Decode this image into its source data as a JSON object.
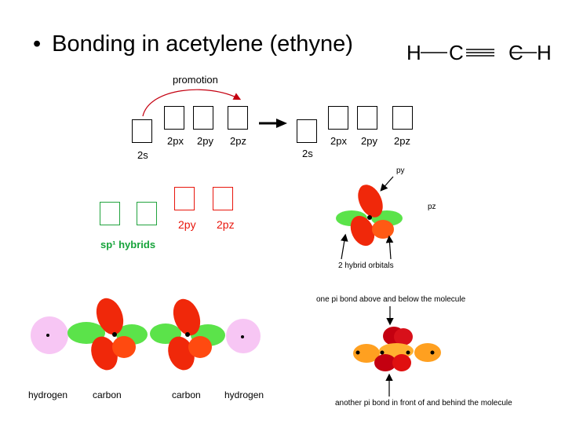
{
  "slide": {
    "bullet": "•",
    "title": "Bonding in acetylene (ethyne)"
  },
  "formula": {
    "h_left": "H",
    "c_left": "C",
    "c_right": "C",
    "h_right": "H"
  },
  "config": {
    "promotion_label": "promotion",
    "before": {
      "s_label": "2s",
      "px_label": "2px",
      "py_label": "2py",
      "pz_label": "2pz"
    },
    "after": {
      "s_label": "2s",
      "px_label": "2px",
      "py_label": "2py",
      "pz_label": "2pz"
    }
  },
  "hybrid": {
    "label": "sp¹ hybrids",
    "py_label": "2py",
    "pz_label": "2pz"
  },
  "orbital_view": {
    "py_label": "py",
    "pz_label": "pz",
    "hybrid_label": "2 hybrid orbitals"
  },
  "molecule": {
    "labels": [
      "hydrogen",
      "carbon",
      "carbon",
      "hydrogen"
    ]
  },
  "pi_bond": {
    "top_label": "one pi bond above and below the molecule",
    "bottom_label": "another pi bond in front of and behind the molecule"
  },
  "colors": {
    "red_lobe": "#f0280a",
    "green_lobe": "#5be34a",
    "orange_lobe": "#ffa020",
    "hydrogen": "#f7c6f4",
    "dark_red": "#c40010"
  }
}
